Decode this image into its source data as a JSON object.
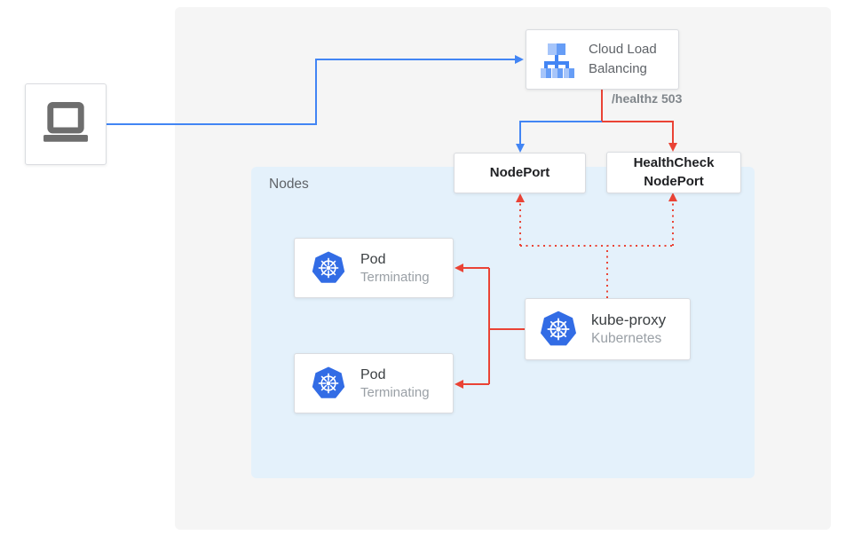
{
  "colors": {
    "edge_blue": "#4285F4",
    "edge_red": "#EA4335",
    "kubernetes_blue": "#326CE5",
    "panel_gray": "#F5F5F5",
    "nodes_panel_blue": "#E4F1FB",
    "box_border": "#DADCE0",
    "text_dark": "#202124",
    "text_gray": "#5F6368",
    "text_light_gray": "#9AA0A6",
    "laptop_gray": "#6E6E6E",
    "healthz_gray": "#80868B",
    "icon_blue_light": "#A6C5FA",
    "icon_blue_medium": "#669DF6",
    "icon_blue_core": "#4285F4"
  },
  "groups": {
    "nodes": {
      "label": "Nodes"
    }
  },
  "nodes": {
    "client": {
      "icon": "laptop-icon"
    },
    "cloud_load_balancing": {
      "label": "Cloud Load Balancing",
      "icon": "load-balancer-icon"
    },
    "node_port": {
      "label": "NodePort"
    },
    "health_check_node_port": {
      "label": "HealthCheck NodePort"
    },
    "pod_top": {
      "title": "Pod",
      "status": "Terminating",
      "icon": "kubernetes-icon"
    },
    "pod_bottom": {
      "title": "Pod",
      "status": "Terminating",
      "icon": "kubernetes-icon"
    },
    "kube_proxy": {
      "title": "kube-proxy",
      "subtitle": "Kubernetes",
      "icon": "kubernetes-icon"
    }
  },
  "edges": {
    "healthz_label": "/healthz 503",
    "list": [
      {
        "from": "client",
        "to": "cloud-load-balancing",
        "color": "blue",
        "style": "solid"
      },
      {
        "from": "cloud-load-balancing",
        "to": "node-port",
        "color": "blue",
        "style": "solid"
      },
      {
        "from": "cloud-load-balancing",
        "to": "health-check-node-port",
        "color": "red",
        "style": "solid",
        "label": "/healthz 503"
      },
      {
        "from": "kube-proxy",
        "to": "pod-top",
        "color": "red",
        "style": "solid"
      },
      {
        "from": "kube-proxy",
        "to": "pod-bottom",
        "color": "red",
        "style": "solid"
      },
      {
        "from": "kube-proxy",
        "to": "node-port",
        "color": "red",
        "style": "dotted"
      },
      {
        "from": "kube-proxy",
        "to": "health-check-node-port",
        "color": "red",
        "style": "dotted"
      }
    ]
  }
}
